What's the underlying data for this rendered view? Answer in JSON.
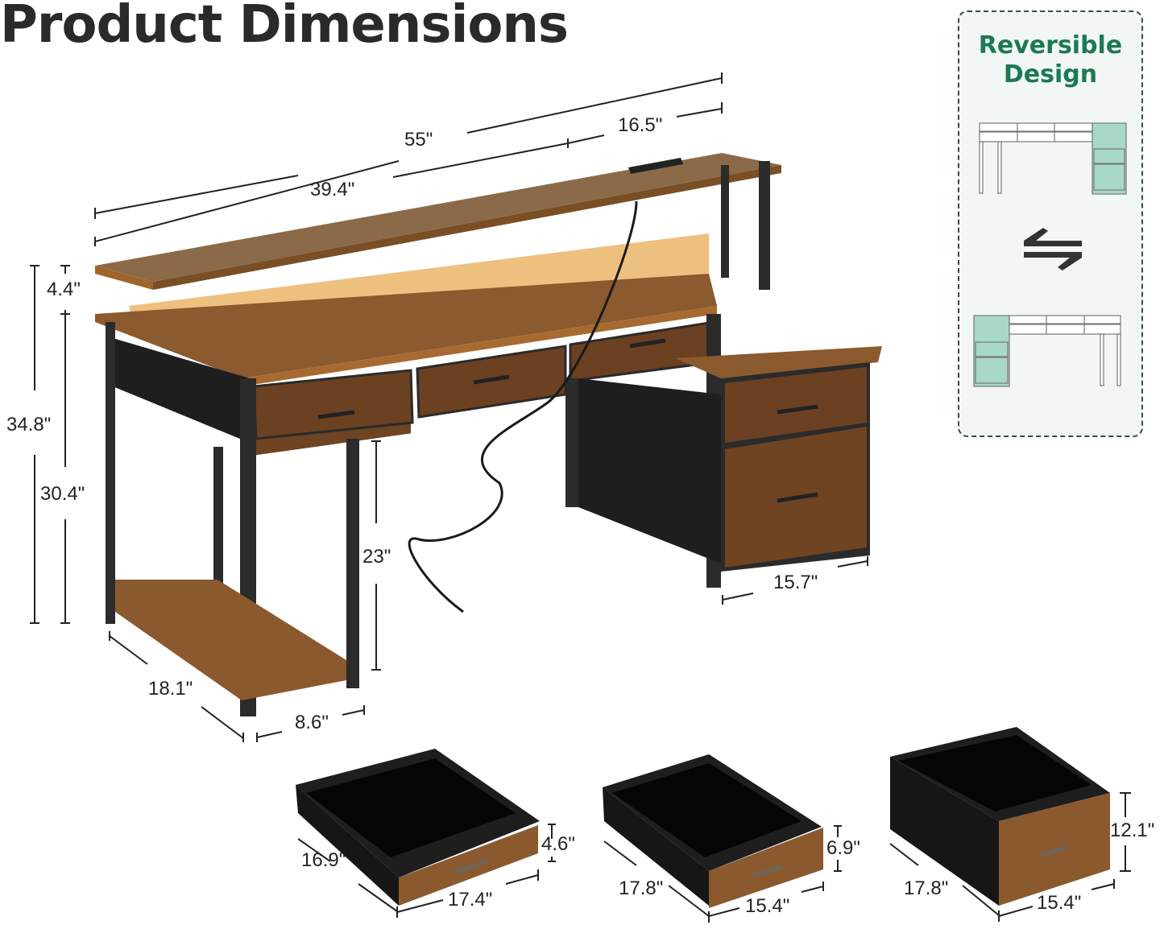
{
  "title": "Product Dimensions",
  "desk_dimensions": {
    "total_width": "55\"",
    "desk_width": "39.4\"",
    "monitor_stand_extension": "16.5\"",
    "stand_height": "4.4\"",
    "total_height": "34.8\"",
    "desk_height": "30.4\"",
    "leg_clearance_height": "23\"",
    "depth": "18.1\"",
    "shelf_width": "8.6\"",
    "cabinet_width": "15.7\""
  },
  "drawers": [
    {
      "name": "small-drawer",
      "height": "4.6\"",
      "depth": "16.9\"",
      "width": "17.4\""
    },
    {
      "name": "medium-drawer",
      "height": "6.9\"",
      "depth": "17.8\"",
      "width": "15.4\""
    },
    {
      "name": "file-drawer",
      "height": "12.1\"",
      "depth": "17.8\"",
      "width": "15.4\""
    }
  ],
  "reversible_panel": {
    "title_line1": "Reversible",
    "title_line2": "Design",
    "swap_icon": "swap-arrows-icon",
    "accent_color": "#1b7a52",
    "cabinet_color": "#a8d8c6"
  },
  "colors": {
    "wood": "#8a5a2b",
    "frame": "#2b2b2b",
    "fabric": "#1e1e1e"
  }
}
